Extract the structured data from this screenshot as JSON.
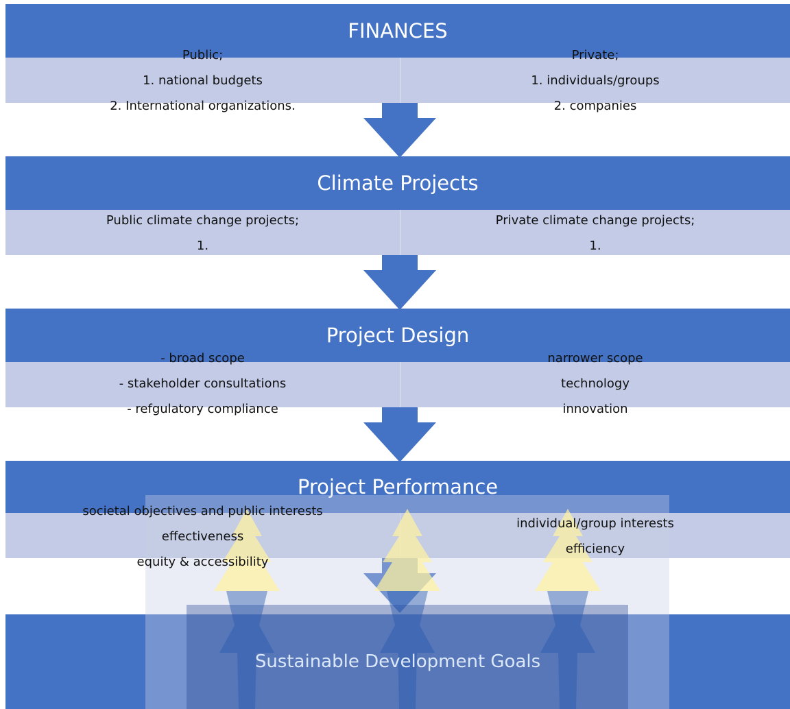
{
  "stages": [
    {
      "title": "FINANCES",
      "left": [
        "Public;",
        "1. national budgets",
        "2. International organizations."
      ],
      "right": [
        "Private;",
        "1. individuals/groups",
        "2. companies"
      ]
    },
    {
      "title": "Climate Projects",
      "left": [
        "Public climate change projects;",
        "1."
      ],
      "right": [
        "Private climate change projects;",
        "1."
      ]
    },
    {
      "title": "Project Design",
      "left": [
        "- broad scope",
        "- stakeholder consultations",
        "- refgulatory compliance"
      ],
      "right": [
        "narrower scope",
        "technology",
        "innovation"
      ]
    },
    {
      "title": "Project Performance",
      "left": [
        "societal objectives and public interests",
        "effectiveness",
        "equity & accessibility"
      ],
      "right": [
        "individual/group interests",
        "efficiency"
      ]
    }
  ],
  "goal": {
    "title": "Sustainable Development Goals"
  },
  "colors": {
    "band": "#4472c4",
    "strip": "#c3cbe6",
    "arrow": "#4472c4",
    "watermark_gold": "#fff3a0",
    "watermark_blue": "#1f3f8f"
  },
  "icons": [
    "down-arrow-icon",
    "university-crest-watermark"
  ]
}
